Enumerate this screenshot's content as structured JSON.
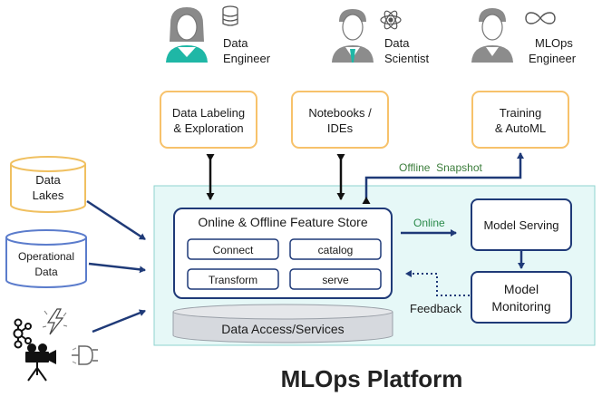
{
  "personas": [
    {
      "line1": "Data",
      "line2": "Engineer",
      "icon": "database-icon"
    },
    {
      "line1": "Data",
      "line2": "Scientist",
      "icon": "atom-icon"
    },
    {
      "line1": "MLOps",
      "line2": "Engineer",
      "icon": "infinity-loop-icon"
    }
  ],
  "tools": [
    {
      "line1": "Data Labeling",
      "line2": "& Exploration"
    },
    {
      "line1": "Notebooks /",
      "line2": "IDEs"
    },
    {
      "line1": "Training",
      "line2": "& AutoML"
    }
  ],
  "sources": [
    {
      "line1": "Data",
      "line2": "Lakes"
    },
    {
      "line1": "Operational",
      "line2": "Data"
    }
  ],
  "streaming_icons": [
    "kafka-icon",
    "lightning-icon",
    "camera-icon",
    "plug-icon"
  ],
  "feature_store": {
    "title": "Online & Offline Feature Store",
    "modules": [
      "Connect",
      "catalog",
      "Transform",
      "serve"
    ]
  },
  "data_access": "Data Access/Services",
  "model_serving": "Model Serving",
  "model_monitoring": {
    "line1": "Model",
    "line2": "Monitoring"
  },
  "labels": {
    "offline_snapshot": "Offline  Snapshot",
    "online": "Online",
    "feedback": "Feedback"
  },
  "platform_title": "MLOps Platform",
  "colors": {
    "tool_border": "#f7c26b",
    "source_border": "#f0c060",
    "operational_border": "#5b7ccc",
    "platform_fill": "#e6f8f7",
    "platform_border": "#8fd3cf",
    "navy": "#1f3a78",
    "offline_snapshot_text": "#3b7d3b",
    "online_text": "#2a8a4a",
    "persona_teal": "#1fb7a6"
  }
}
